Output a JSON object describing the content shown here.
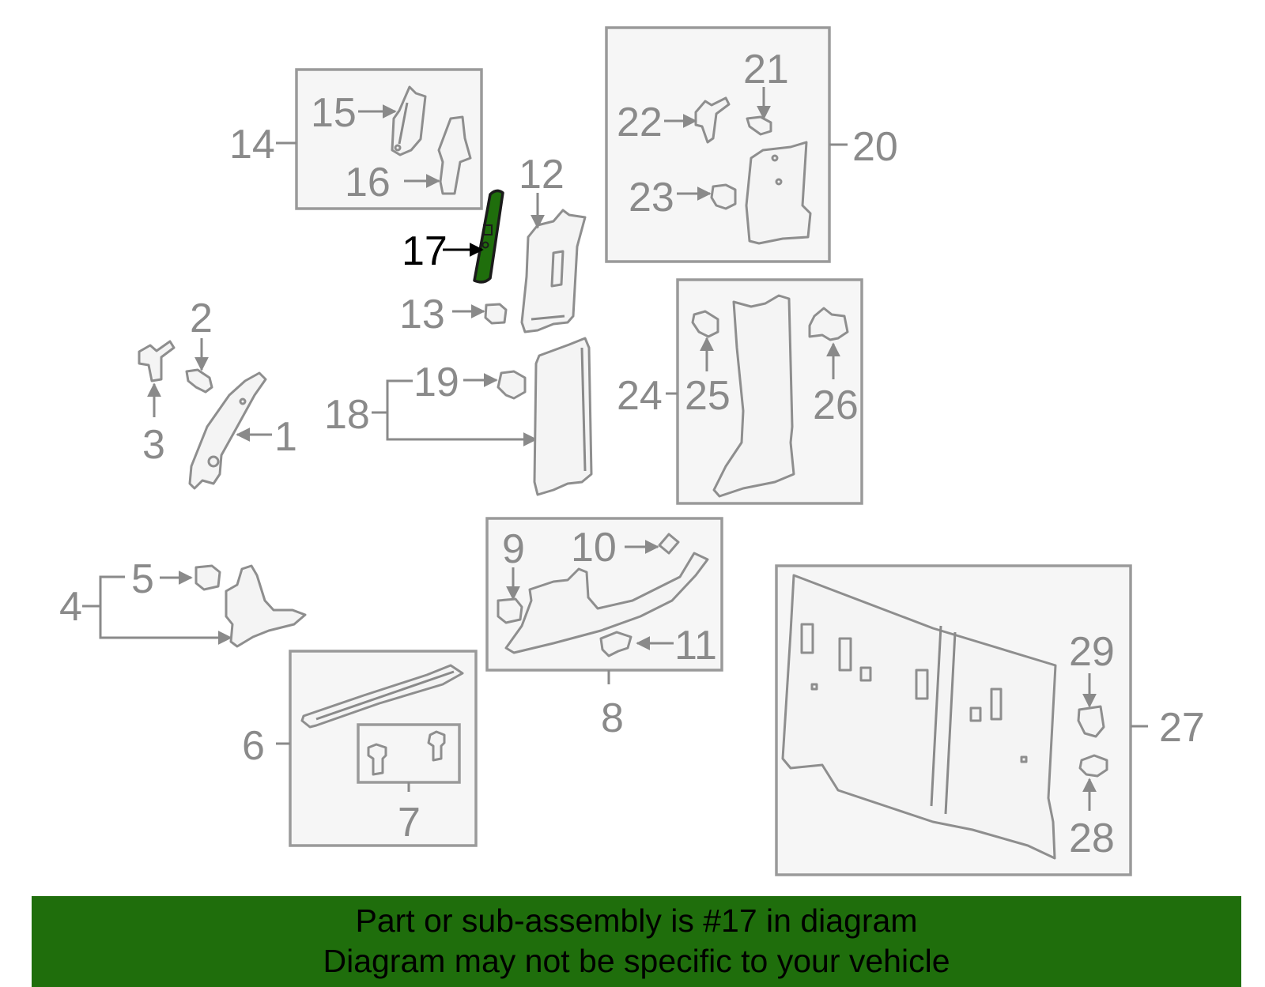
{
  "diagram": {
    "highlight_color": "#1f6e0c",
    "highlight_part": "17",
    "callouts": {
      "c1": "1",
      "c2": "2",
      "c3": "3",
      "c4": "4",
      "c5": "5",
      "c6": "6",
      "c7": "7",
      "c8": "8",
      "c9": "9",
      "c10": "10",
      "c11": "11",
      "c12": "12",
      "c13": "13",
      "c14": "14",
      "c15": "15",
      "c16": "16",
      "c17": "17",
      "c18": "18",
      "c19": "19",
      "c20": "20",
      "c21": "21",
      "c22": "22",
      "c23": "23",
      "c24": "24",
      "c25": "25",
      "c26": "26",
      "c27": "27",
      "c28": "28",
      "c29": "29"
    }
  },
  "banner": {
    "background": "#1f6e0c",
    "line1": "Part or sub-assembly is #17 in diagram",
    "line2": "Diagram may not be specific to your vehicle"
  }
}
